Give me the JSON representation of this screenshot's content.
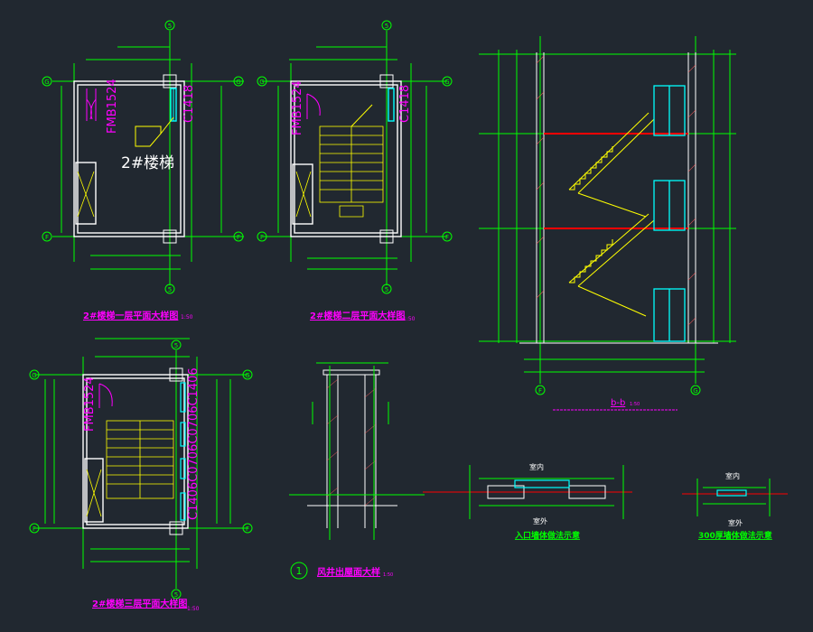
{
  "colors": {
    "background": "#212830",
    "wall": "#ffffff",
    "dimension": "#00ff00",
    "stair": "#ffff00",
    "tag": "#ff00ff",
    "window": "#00ffff",
    "beam": "#ff0000",
    "hatch": "#ff5f5f"
  },
  "grid_marks": {
    "g": "G",
    "f": "F",
    "five": "5"
  },
  "plan1": {
    "door_tag": "FMB1524",
    "window_tag": "C1418",
    "room_label": "2#楼梯",
    "title": "2#楼梯一层平面大样图",
    "scale": "1:50"
  },
  "plan2": {
    "door_tag": "FMB1524",
    "window_tag": "C1418",
    "title": "2#楼梯二层平面大样图",
    "scale": "1:50"
  },
  "plan3": {
    "door_tag": "FMB1524",
    "window_tag": "C1406C0706C0706C1406",
    "title": "2#楼梯三层平面大样图",
    "scale": "1:50"
  },
  "section": {
    "title": "b-b",
    "scale": "1:50"
  },
  "shaft": {
    "number": "1",
    "title": "风井出屋面大样",
    "scale": "1:50"
  },
  "entry_detail": {
    "indoor": "室内",
    "outdoor": "室外",
    "title": "入口墙体做法示意"
  },
  "wall300_detail": {
    "indoor": "室内",
    "outdoor": "室外",
    "title": "300厚墙体做法示意"
  }
}
